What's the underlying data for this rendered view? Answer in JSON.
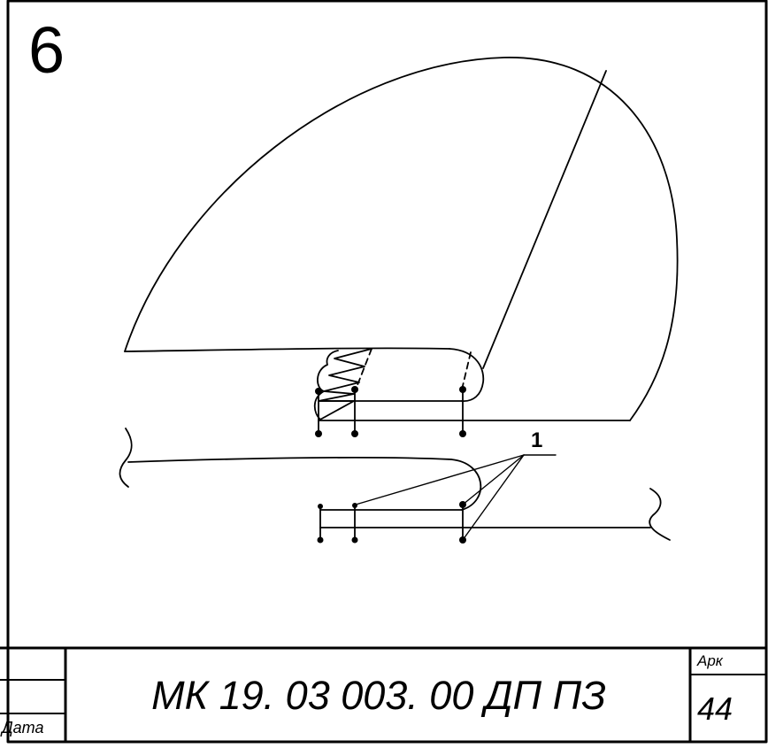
{
  "figure": {
    "number": "6",
    "callout_label": "1"
  },
  "title_block": {
    "document_code": "МК 19. 03 003. 00 ДП ПЗ",
    "sheet_label": "Арк",
    "sheet_number": "44",
    "date_label": "Дата"
  },
  "colors": {
    "line": "#000000",
    "background": "#ffffff"
  }
}
